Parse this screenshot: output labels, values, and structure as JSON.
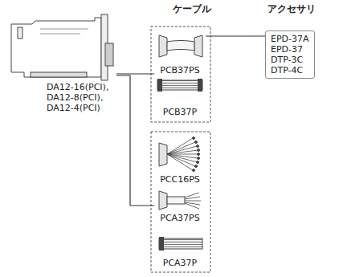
{
  "diagram": {
    "nodes": [
      {
        "text": [
          "DA12-16(PCI), DA12-8(PCI), DA12-4(PCI)"
        ]
      },
      {
        "text": [
          "PCB37PS"
        ]
      },
      {
        "text": [
          "PCB37P"
        ]
      },
      {
        "text": [
          "PCC16PS"
        ]
      },
      {
        "text": [
          "PCA37PS"
        ]
      },
      {
        "text": [
          "PCA37P"
        ]
      },
      {
        "text": [
          "EPD-37A",
          "EPD-37",
          "DTP-3C",
          "DTP-4C"
        ]
      }
    ],
    "edges": [
      {
        "from": 0,
        "to": 1,
        "arrow": "none"
      },
      {
        "from": 0,
        "to": 4,
        "arrow": "none"
      },
      {
        "from": 1,
        "to": 6,
        "arrow": "none"
      }
    ],
    "labels": [
      "ケーブル",
      "アクセサリ"
    ]
  }
}
